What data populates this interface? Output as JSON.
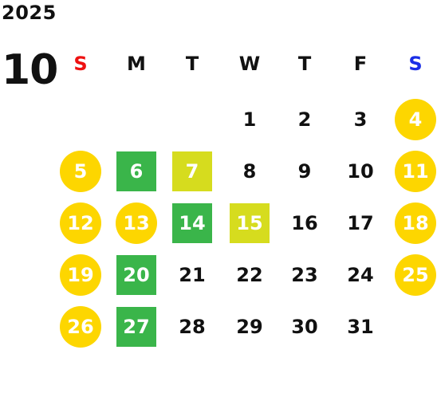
{
  "year": "2025",
  "month": "10",
  "colors": {
    "sunday": "#ee1111",
    "saturday": "#1a2ee6",
    "weekday": "#111111",
    "yellow_circle": "#fdd600",
    "green_square": "#3ab54a",
    "lime_square": "#d6dc1e"
  },
  "weekdays": [
    "S",
    "M",
    "T",
    "W",
    "T",
    "F",
    "S"
  ],
  "weeks": [
    [
      null,
      null,
      null,
      {
        "d": "1"
      },
      {
        "d": "2"
      },
      {
        "d": "3"
      },
      {
        "d": "4",
        "mark": "yellow_circle"
      }
    ],
    [
      {
        "d": "5",
        "mark": "yellow_circle"
      },
      {
        "d": "6",
        "mark": "green_square"
      },
      {
        "d": "7",
        "mark": "lime_square"
      },
      {
        "d": "8"
      },
      {
        "d": "9"
      },
      {
        "d": "10"
      },
      {
        "d": "11",
        "mark": "yellow_circle"
      }
    ],
    [
      {
        "d": "12",
        "mark": "yellow_circle"
      },
      {
        "d": "13",
        "mark": "yellow_circle"
      },
      {
        "d": "14",
        "mark": "green_square"
      },
      {
        "d": "15",
        "mark": "lime_square"
      },
      {
        "d": "16"
      },
      {
        "d": "17"
      },
      {
        "d": "18",
        "mark": "yellow_circle"
      }
    ],
    [
      {
        "d": "19",
        "mark": "yellow_circle"
      },
      {
        "d": "20",
        "mark": "green_square"
      },
      {
        "d": "21"
      },
      {
        "d": "22"
      },
      {
        "d": "23"
      },
      {
        "d": "24"
      },
      {
        "d": "25",
        "mark": "yellow_circle"
      }
    ],
    [
      {
        "d": "26",
        "mark": "yellow_circle"
      },
      {
        "d": "27",
        "mark": "green_square"
      },
      {
        "d": "28"
      },
      {
        "d": "29"
      },
      {
        "d": "30"
      },
      {
        "d": "31"
      },
      null
    ]
  ]
}
